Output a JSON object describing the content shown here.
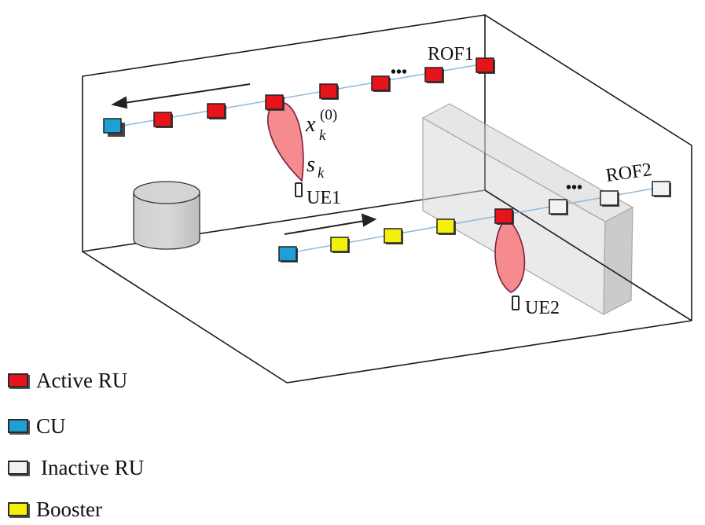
{
  "diagram": {
    "rof1_label": "ROF1",
    "rof2_label": "ROF2",
    "ue1_label": "UE1",
    "ue2_label": "UE2",
    "x_symbol": "x",
    "x_sub": "k",
    "x_sup": "(0)",
    "s_symbol": "s",
    "s_sub": "k",
    "ellipsis": "•••"
  },
  "colors": {
    "active": "#e8141c",
    "cu": "#1f9fd6",
    "inactive": "#f2f2f2",
    "booster": "#f4ef0b",
    "beam": "#f58a8f",
    "beam_stroke": "#7a1f3a",
    "fiber": "#8fb9d8"
  },
  "legend": [
    {
      "label": "Active RU",
      "color": "#e8141c"
    },
    {
      "label": "CU",
      "color": "#1f9fd6"
    },
    {
      "label": "Inactive RU",
      "color": "#f2f2f2"
    },
    {
      "label": "Booster",
      "color": "#f4ef0b"
    }
  ]
}
